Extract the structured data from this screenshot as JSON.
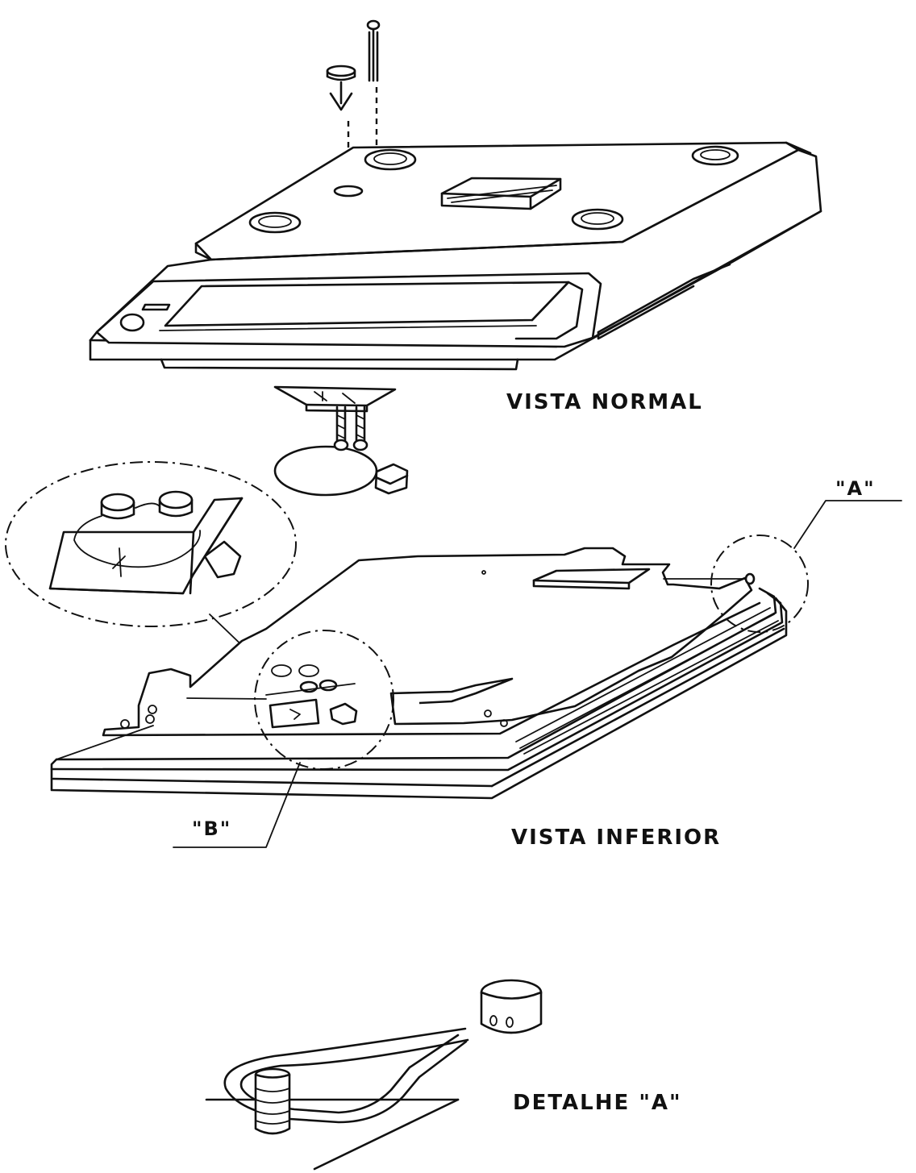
{
  "labels": {
    "vista_normal": "VISTA NORMAL",
    "vista_inferior": "VISTA INFERIOR",
    "detalhe_a": "DETALHE \"A\"",
    "callout_a": "\"A\"",
    "callout_b": "\"B\""
  },
  "colors": {
    "line": "#111111",
    "paper": "#ffffff"
  }
}
